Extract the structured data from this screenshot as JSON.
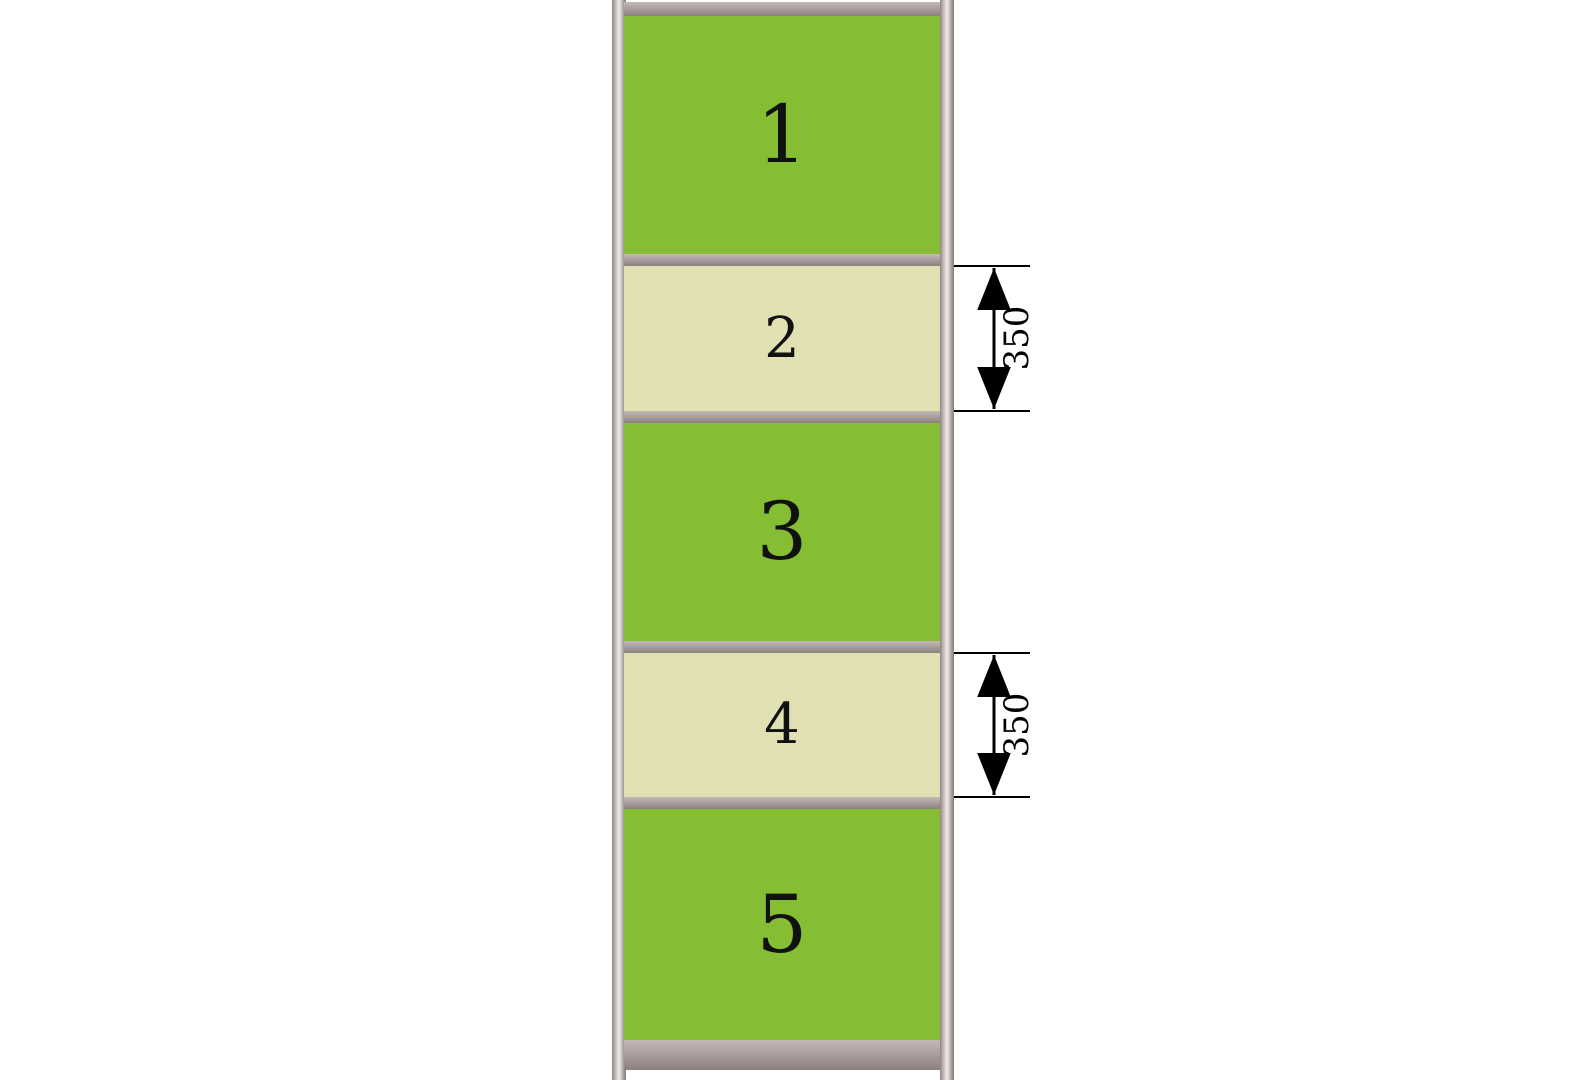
{
  "colors": {
    "large_panel": "#85bd33",
    "small_panel": "#e0e0b2",
    "frame": "#a99b9b",
    "dimension_line": "#000000"
  },
  "panels": [
    {
      "label": "1",
      "kind": "large"
    },
    {
      "label": "2",
      "kind": "small"
    },
    {
      "label": "3",
      "kind": "large"
    },
    {
      "label": "4",
      "kind": "small"
    },
    {
      "label": "5",
      "kind": "large"
    }
  ],
  "dimensions": [
    {
      "text": "350",
      "panel_index": 1
    },
    {
      "text": "350",
      "panel_index": 3
    }
  ]
}
